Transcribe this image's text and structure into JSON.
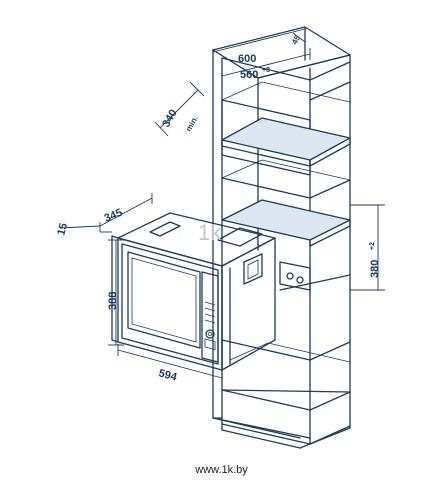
{
  "dimensions": {
    "cabinet_width": "600",
    "cabinet_depth_top": "45",
    "niche_width": "560",
    "niche_width_tol": "+8",
    "niche_height": "340",
    "niche_height_note": "min.",
    "oven_height_gap": "380",
    "oven_height_gap_tol": "+2",
    "oven_depth": "345",
    "frame_offset": "15",
    "oven_height": "388",
    "oven_width": "594"
  },
  "footer": {
    "site": "www.1k.by"
  },
  "colors": {
    "line": "#1f3a60",
    "shelf_fill": "#dde6f0"
  }
}
